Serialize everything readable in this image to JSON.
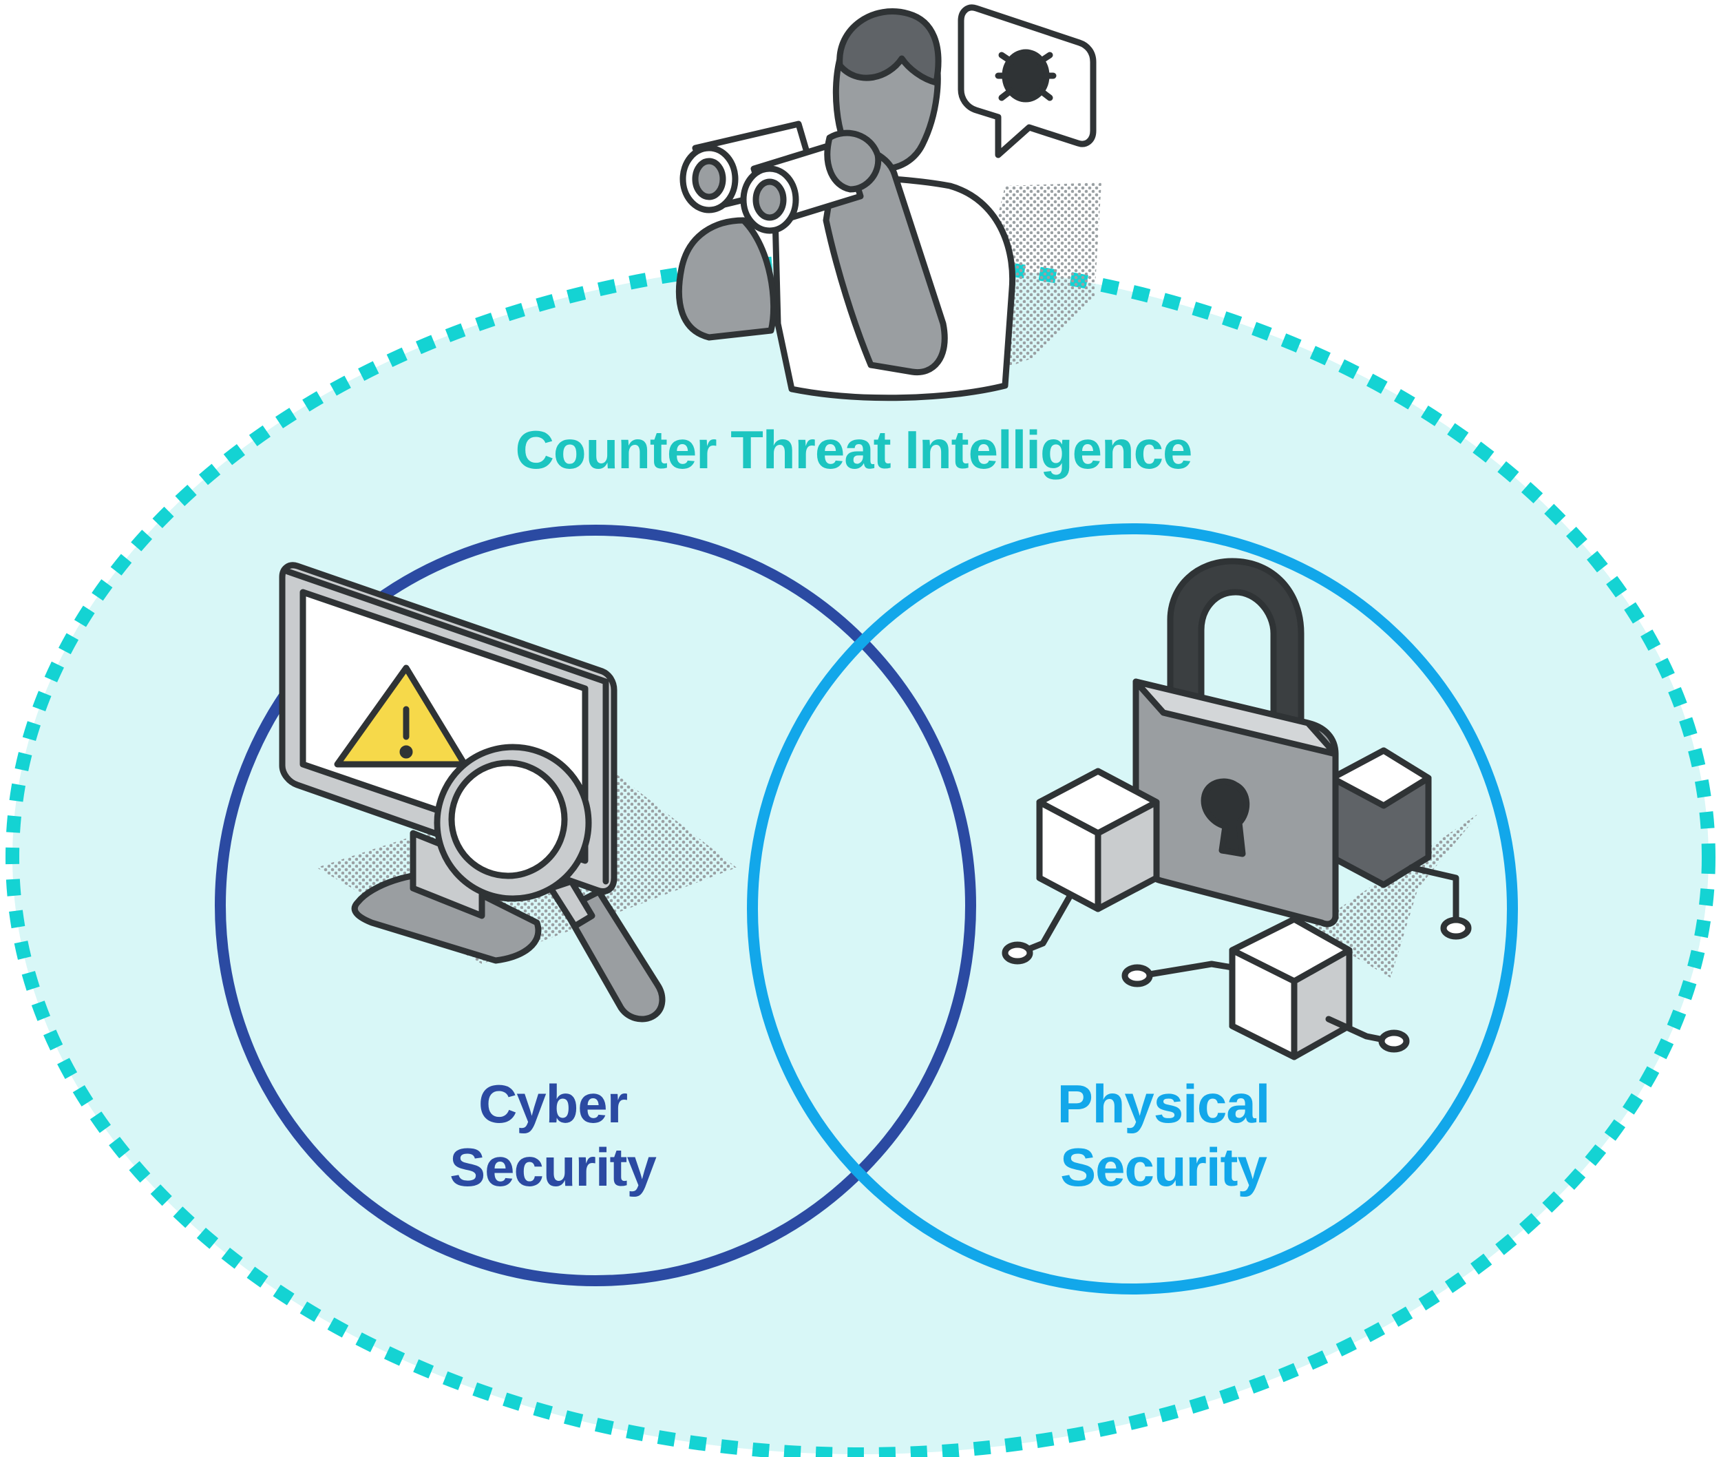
{
  "outer": {
    "label": "Counter Threat Intelligence",
    "fill": "#d8f7f7",
    "border": "#14d3d3",
    "label_color": "#1cc5c0"
  },
  "left": {
    "label_line1": "Cyber",
    "label_line2": "Security",
    "color": "#2b4aa2"
  },
  "right": {
    "label_line1": "Physical",
    "label_line2": "Security",
    "color": "#12a7ea"
  },
  "icons": {
    "top": "analyst-with-binoculars-icon",
    "bubble": "bug-speech-bubble-icon",
    "left": "monitor-warning-magnifier-icon",
    "right": "padlock-blocks-icon"
  }
}
